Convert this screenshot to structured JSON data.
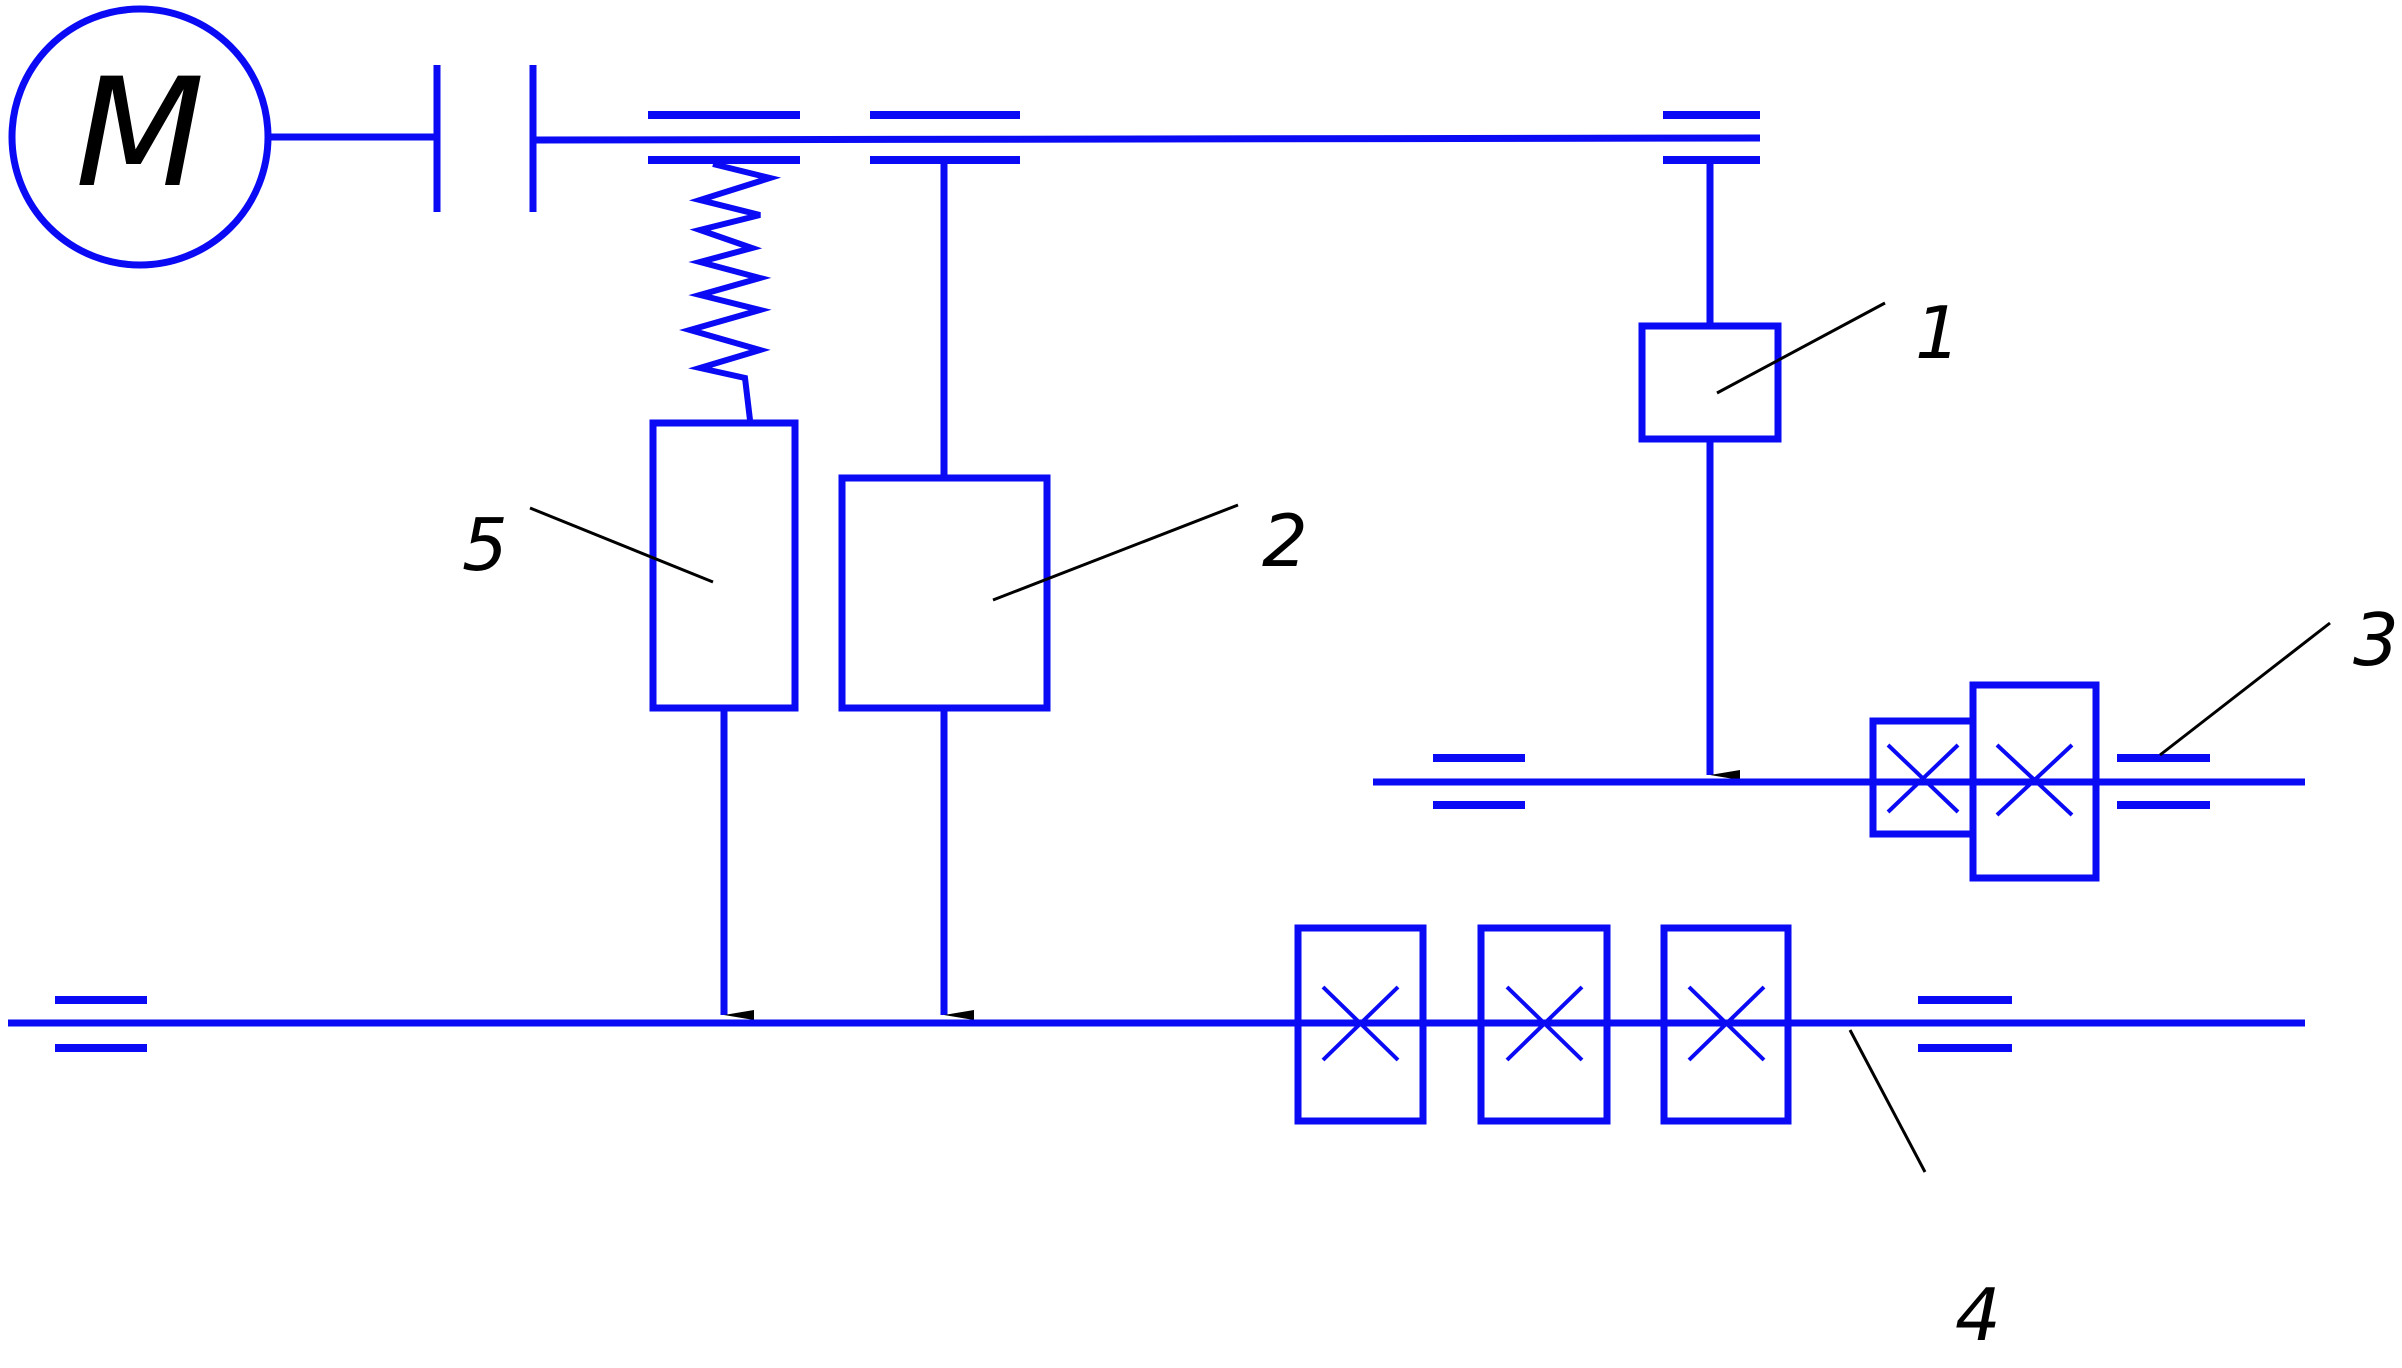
{
  "motor": {
    "label": "M"
  },
  "callouts": [
    {
      "id": "c1",
      "text": "1"
    },
    {
      "id": "c2",
      "text": "2"
    },
    {
      "id": "c3",
      "text": "3"
    },
    {
      "id": "c4",
      "text": "4"
    },
    {
      "id": "c5",
      "text": "5"
    }
  ],
  "colors": {
    "line": "#0a0af5",
    "leader": "#000000",
    "background": "#ffffff"
  }
}
